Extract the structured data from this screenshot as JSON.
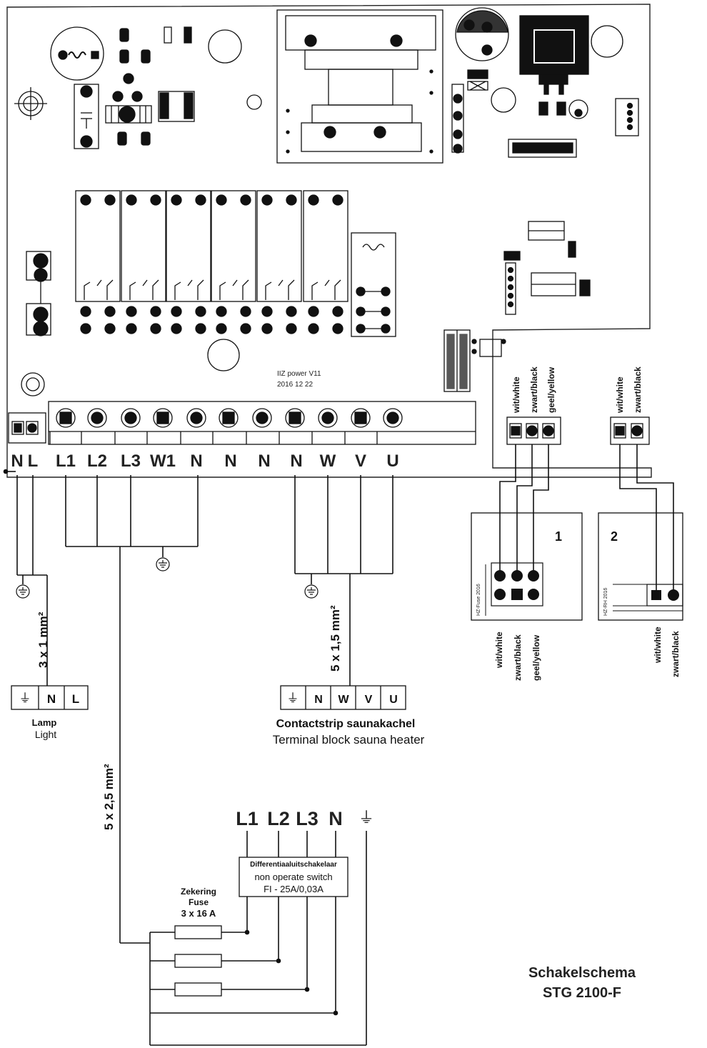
{
  "board": {
    "version_line1": "IIZ power   V11",
    "version_line2": "2016 12 22"
  },
  "terminals": [
    "N",
    "L",
    "L1",
    "L2",
    "L3",
    "W1",
    "N",
    "N",
    "N",
    "N",
    "W",
    "V",
    "U"
  ],
  "sensor_wires_3": [
    "wit/white",
    "zwart/black",
    "geel/yellow"
  ],
  "sensor_wires_2": [
    "wit/white",
    "zwart/black"
  ],
  "sensor1": {
    "number": "1",
    "label": "HZ-Fuse 2016"
  },
  "sensor2": {
    "number": "2",
    "label": "HZ-RH 2016"
  },
  "cables": {
    "lamp": "3 x 1 mm²",
    "heater": "5 x 1,5 mm²",
    "supply": "5 x 2,5 mm²"
  },
  "lamp_block": {
    "cells": [
      "⏚",
      "N",
      "L"
    ],
    "label1": "Lamp",
    "label2": "Light"
  },
  "heater_block": {
    "cells": [
      "⏚",
      "N",
      "W",
      "V",
      "U"
    ],
    "title": "Contactstrip saunakachel",
    "subtitle": "Terminal block sauna heater"
  },
  "mains": {
    "phases": [
      "L1",
      "L2",
      "L3",
      "N"
    ],
    "earth": "⏚"
  },
  "rcd": {
    "line1": "Differentiaaluitschakelaar",
    "line2": "non operate switch",
    "line3": "FI - 25A/0,03A"
  },
  "fuse": {
    "line1": "Zekering",
    "line2": "Fuse",
    "line3": "3 x 16 A"
  },
  "title": {
    "line1": "Schakelschema",
    "line2": "STG 2100-F"
  }
}
